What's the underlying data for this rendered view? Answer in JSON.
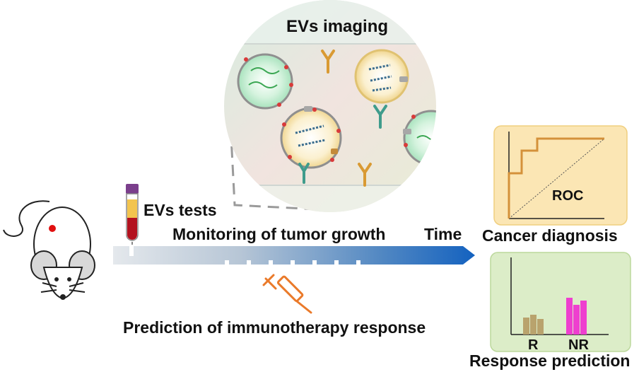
{
  "labels": {
    "evs_imaging": "EVs imaging",
    "evs_tests": "EVs tests",
    "monitoring": "Monitoring of tumor growth",
    "time": "Time",
    "prediction": "Prediction of immunotherapy response",
    "roc": "ROC",
    "cancer_diagnosis": "Cancer diagnosis",
    "response_prediction": "Response prediction",
    "r": "R",
    "nr": "NR"
  },
  "colors": {
    "timeline_start": "#dfe4e8",
    "timeline_end": "#1565c0",
    "roc_panel": "#fbe6b4",
    "response_panel": "#dcedc8",
    "roc_curve": "#d4913a",
    "r_bars": "#b9a36d",
    "nr_bars": "#ee3fcf",
    "syringe": "#ea7a2a",
    "blood": "#b3121f",
    "serum": "#f3c44e",
    "tube_cap": "#7b3f8c",
    "vesicle_fill": "#c9efd4",
    "antibody_orange": "#d99a33",
    "antibody_teal": "#3f9c8c"
  },
  "icons": {
    "mouse": "mouse-icon",
    "tube": "blood-tube-icon",
    "syringe": "syringe-icon",
    "antibody": "antibody-icon",
    "vesicle": "extracellular-vesicle-icon"
  }
}
